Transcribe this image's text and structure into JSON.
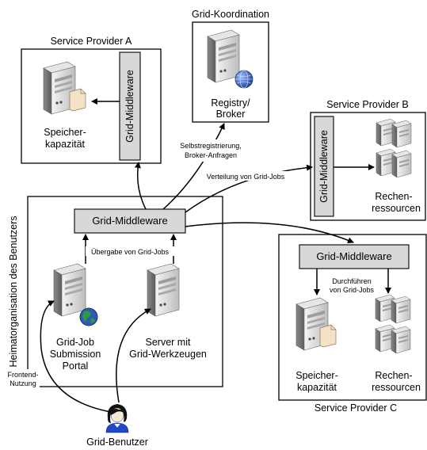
{
  "colors": {
    "middleware_fill": "#d8d8d8",
    "server_light": "#eeeeee",
    "server_mid": "#bcbcbc",
    "server_dark": "#7e7e7e",
    "globe": "#2f5bb7",
    "globe_green": "#2e9a3a"
  },
  "titles": {
    "coordination": "Grid-Koordination",
    "provider_a": "Service Provider A",
    "provider_b": "Service Provider B",
    "provider_c": "Service Provider C",
    "home": "Heimatorganisation des Benutzers"
  },
  "middleware": {
    "a": "Grid-Middleware",
    "b": "Grid-Middleware",
    "home": "Grid-Middleware",
    "c": "Grid-Middleware"
  },
  "labels": {
    "registry_1": "Registry/",
    "registry_2": "Broker",
    "storage_a_1": "Speicher-",
    "storage_a_2": "kapazität",
    "compute_b_1": "Rechen-",
    "compute_b_2": "ressourcen",
    "portal_1": "Grid-Job",
    "portal_2": "Submission",
    "portal_3": "Portal",
    "server_1": "Server mit",
    "server_2": "Grid-Werkzeugen",
    "storage_c_1": "Speicher-",
    "storage_c_2": "kapazität",
    "compute_c_1": "Rechen-",
    "compute_c_2": "ressourcen",
    "user": "Grid-Benutzer"
  },
  "edge_labels": {
    "self_register_1": "Selbstregistrierung,",
    "self_register_2": "Broker-Anfragen",
    "distribute": "Verteilung von Grid-Jobs",
    "handover": "Übergabe von Grid-Jobs",
    "execute_1": "Durchführen",
    "execute_2": "von Grid-Jobs",
    "frontend_1": "Frontend-",
    "frontend_2": "Nutzung"
  },
  "icons": [
    "server-icon",
    "storage-server-icon",
    "globe-icon",
    "compute-cluster-icon",
    "user-icon"
  ]
}
